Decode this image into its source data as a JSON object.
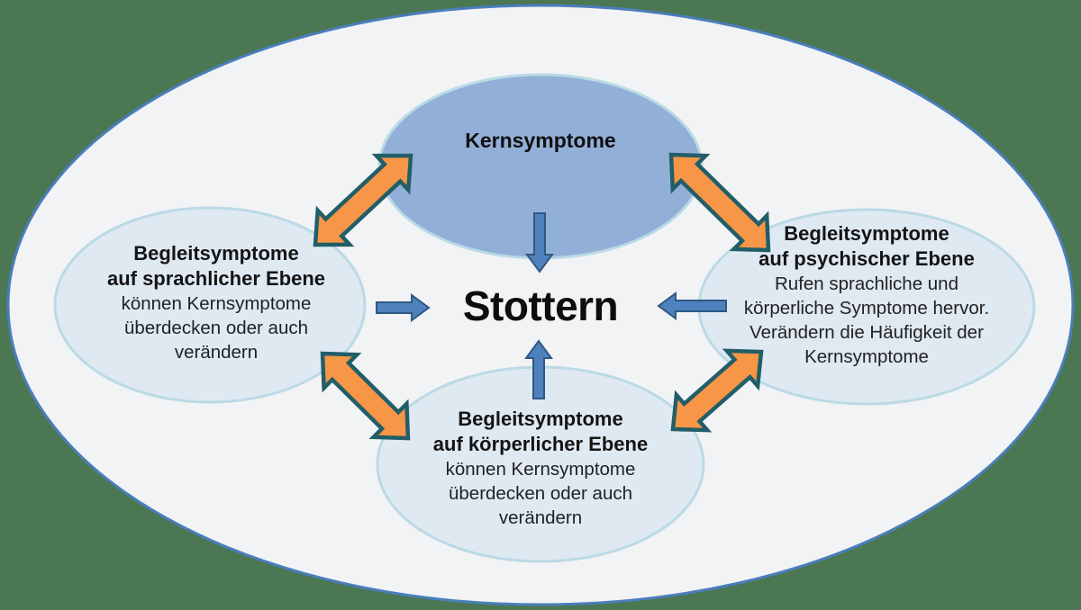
{
  "diagram": {
    "center_label": "Stottern",
    "nodes": {
      "top": {
        "title": "Kernsymptome"
      },
      "left": {
        "title": [
          "Begleitsymptome",
          "auf sprachlicher Ebene"
        ],
        "body": [
          "können Kernsymptome",
          "überdecken oder auch",
          "verändern"
        ]
      },
      "right": {
        "title": [
          "Begleitsymptome",
          "auf psychischer Ebene"
        ],
        "body": [
          "Rufen sprachliche und",
          "körperliche Symptome hervor.",
          "Verändern die Häufigkeit der",
          "Kernsymptome"
        ]
      },
      "bottom": {
        "title": [
          "Begleitsymptome",
          "auf körperlicher Ebene"
        ],
        "body": [
          "können Kernsymptome",
          "überdecken oder auch",
          "verändern"
        ]
      }
    },
    "colors": {
      "background": "#4b7752",
      "outer_fill": "#f2f3f5",
      "outer_border": "#4a7ebb",
      "top_node_fill": "#92afd7",
      "node_fill": "#dfe9f2",
      "node_border": "#badae5",
      "arrow_orange": "#f79646",
      "arrow_orange_border": "#215e68",
      "arrow_blue": "#4f81bd",
      "arrow_blue_border": "#2e5984"
    }
  }
}
